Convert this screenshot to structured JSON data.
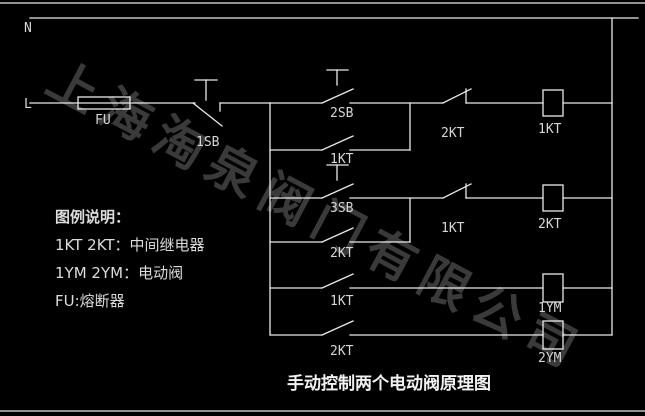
{
  "colors": {
    "background": "#000000",
    "wire": "#e9e9e9",
    "label": "#d6d6d6",
    "watermark": "#3a3a3a"
  },
  "rails": {
    "neutral": "N",
    "live": "L"
  },
  "fuse": {
    "label": "FU"
  },
  "buttons": {
    "stop": "1SB",
    "start_relay1": "2SB",
    "start_relay2": "3SB"
  },
  "contacts": {
    "relay1_holding": "1KT",
    "relay2_interlock": "2KT",
    "relay2_holding": "2KT",
    "relay1_interlock": "1KT",
    "valve1_switch": "1KT",
    "valve2_switch": "2KT"
  },
  "coils": {
    "relay1": "1KT",
    "relay2": "2KT",
    "valve1": "1YM",
    "valve2": "2YM"
  },
  "legend": {
    "title": "图例说明：",
    "relays": "1KT 2KT：中间继电器",
    "valves": "1YM 2YM：电动阀",
    "fuse": "FU:熔断器"
  },
  "caption": "手动控制两个电动阀原理图",
  "watermark": "上海淘泉阀门有限公司"
}
